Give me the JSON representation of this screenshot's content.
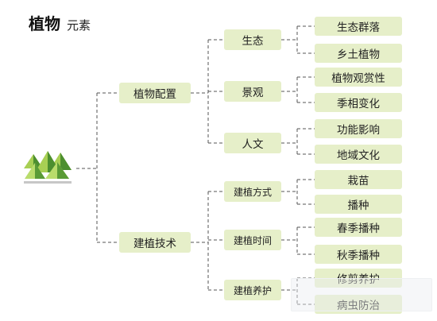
{
  "title": {
    "main": "植物",
    "sub": "元素"
  },
  "root_icon": "tree-cluster-icon",
  "colors": {
    "box_fill": "#e6efc9",
    "line": "#555555",
    "tree_light": "#a8cf54",
    "tree_dark": "#4d8f2f"
  },
  "level1": [
    "植物配置",
    "建植技术"
  ],
  "level2": [
    "生态",
    "景观",
    "人文",
    "建植方式",
    "建植时间",
    "建植养护"
  ],
  "level3": [
    "生态群落",
    "乡土植物",
    "植物观赏性",
    "季相变化",
    "功能影响",
    "地域文化",
    "栽苗",
    "播种",
    "春季播种",
    "秋季播种",
    "修剪养护",
    "病虫防治"
  ]
}
